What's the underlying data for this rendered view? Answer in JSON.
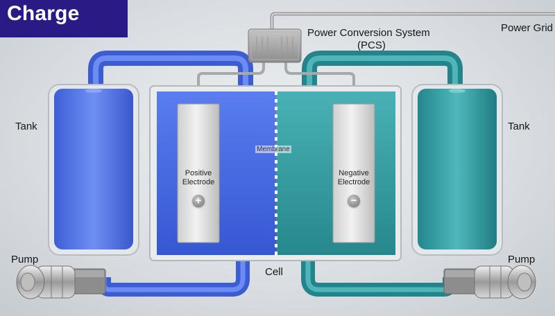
{
  "title": "Charge",
  "labels": {
    "pcs_line1": "Power Conversion System",
    "pcs_line2": "(PCS)",
    "power_grid": "Power Grid",
    "tank_left": "Tank",
    "tank_right": "Tank",
    "pump_left": "Pump",
    "pump_right": "Pump",
    "cell": "Cell",
    "membrane": "Membrane",
    "positive_line1": "Positive",
    "positive_line2": "Electrode",
    "negative_line1": "Negative",
    "negative_line2": "Electrode"
  },
  "symbols": {
    "positive": "+",
    "negative": "−"
  },
  "colors": {
    "banner": "#2a1a86",
    "positive_electrolyte": "#4a6fe8",
    "negative_electrolyte": "#2f9fa5"
  }
}
